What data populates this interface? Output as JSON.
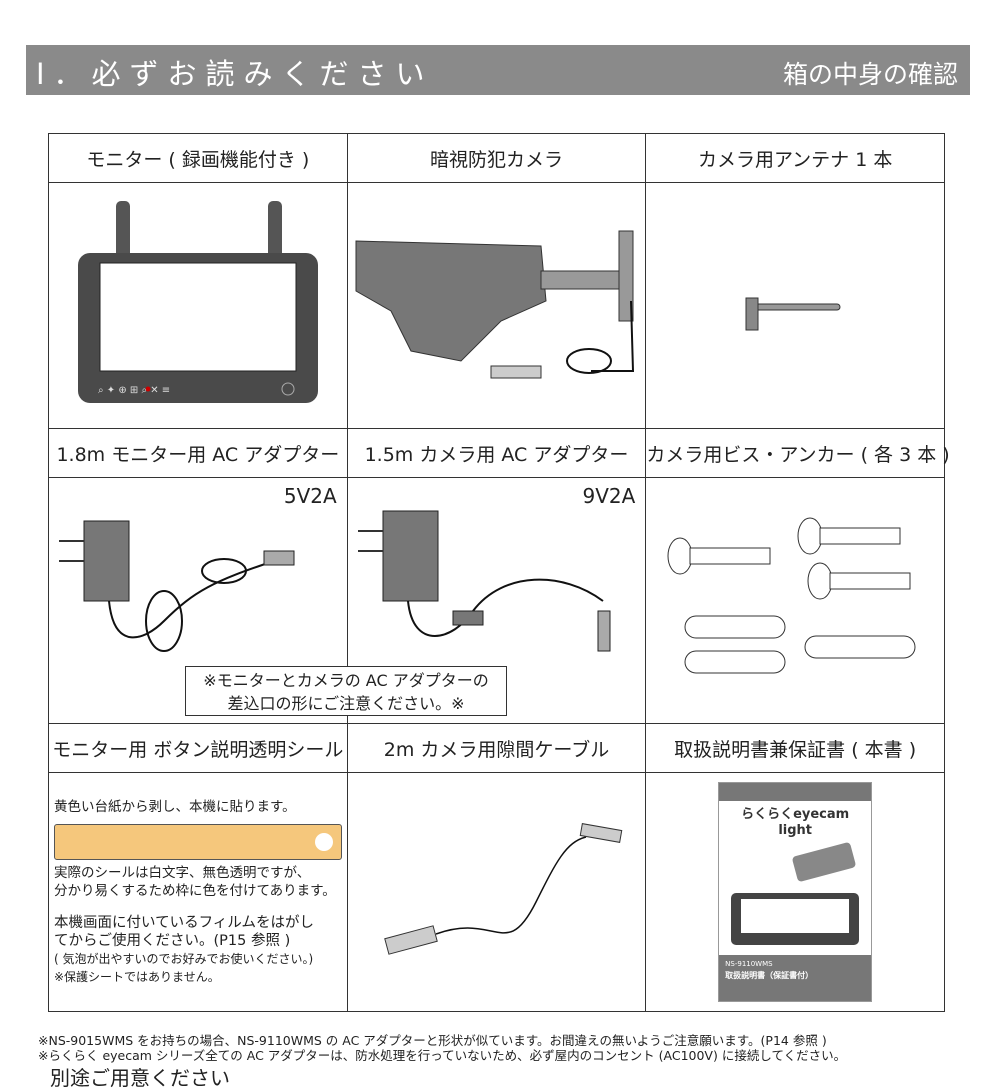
{
  "header": {
    "left": "Ⅰ．必ずお読みください",
    "right": "箱の中身の確認"
  },
  "items": [
    {
      "label": "モニター ( 録画機能付き )"
    },
    {
      "label": "暗視防犯カメラ"
    },
    {
      "label": "カメラ用アンテナ 1 本"
    },
    {
      "label": "1.8m モニター用 AC アダプター",
      "voltage": "5V2A"
    },
    {
      "label": "1.5m カメラ用 AC アダプター",
      "voltage": "9V2A"
    },
    {
      "label": "カメラ用ビス・アンカー ( 各 3 本 )"
    },
    {
      "label": "モニター用 ボタン説明透明シール"
    },
    {
      "label": "2m カメラ用隙間ケーブル"
    },
    {
      "label": "取扱説明書兼保証書 ( 本書 )"
    }
  ],
  "adapter_note": [
    "※モニターとカメラの AC アダプターの",
    "差込口の形にご注意ください。※"
  ],
  "seal_text": {
    "line1": "黄色い台紙から剥し、本機に貼ります。",
    "line2": "実際のシールは白文字、無色透明ですが、",
    "line3": "分かり易くするため枠に色を付けてあります。",
    "line4": "本機画面に付いているフィルムをはがし",
    "line5": "てからご使用ください。(P15 参照 )",
    "line6": "( 気泡が出やすいのでお好みでお使いください。)",
    "line7": "※保護シートではありません。"
  },
  "manual_cover": {
    "brand": "らくらくeyecam light",
    "model": "NS-9110WMS",
    "title": "取扱説明書（保証書付）"
  },
  "footnotes": [
    "※NS-9015WMS をお持ちの場合、NS-9110WMS の AC アダプターと形状が似ています。お間違えの無いようご注意願います。(P14 参照 )",
    "※らくらく eyecam シリーズ全ての AC アダプターは、防水処理を行っていないため、必ず屋内のコンセント (AC100V) に接続してください。"
  ],
  "extra_heading": "別途ご用意ください",
  "colors": {
    "header_bg": "#8a8a8a",
    "sticker": "#f5c77c"
  }
}
